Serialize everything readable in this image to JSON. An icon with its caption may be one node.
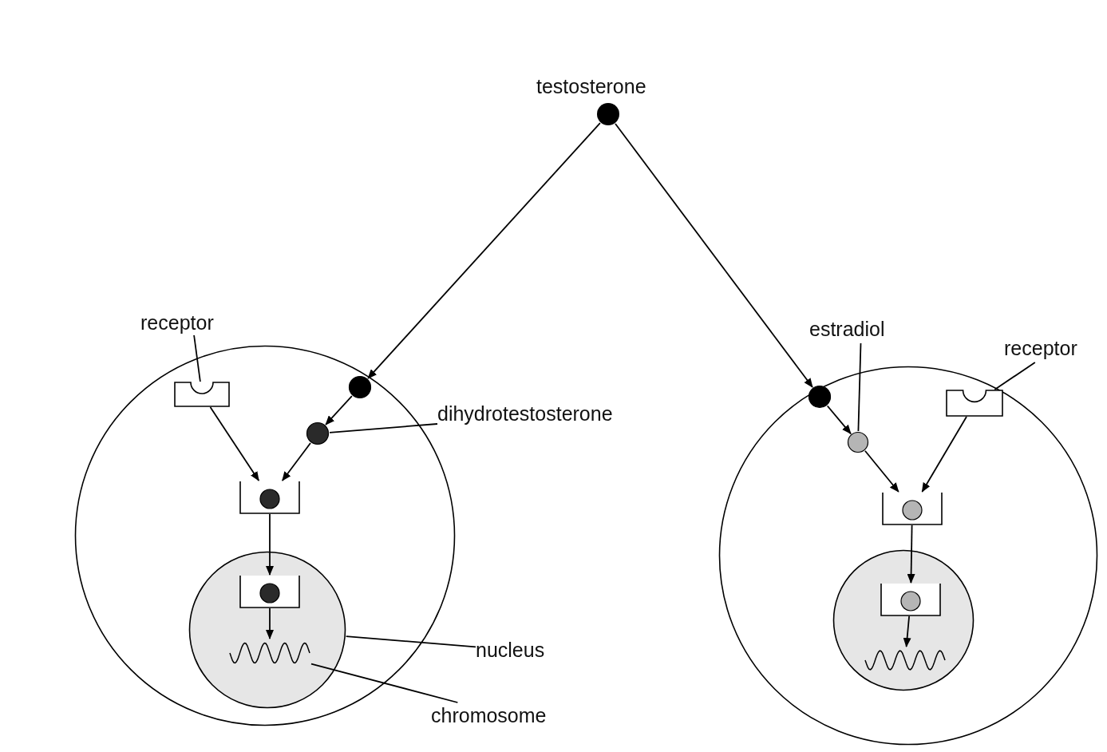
{
  "diagram": {
    "nodes": [
      {
        "text": [
          "testosterone"
        ]
      },
      {
        "text": [
          "receptor"
        ]
      },
      {
        "text": [],
        "shape": "circle"
      },
      {
        "text": [],
        "shape": "box",
        "in": 2
      },
      {
        "text": [],
        "shape": "circle",
        "in": 2
      },
      {
        "text": [],
        "shape": "circle",
        "in": 2
      },
      {
        "text": [],
        "shape": "box",
        "in": 2
      },
      {
        "text": [],
        "shape": "circle",
        "in": 2
      },
      {
        "text": [],
        "shape": "box",
        "in": 7
      },
      {
        "text": [],
        "shape": "picture",
        "in": 7
      },
      {
        "text": [
          "dihydrotestosterone"
        ]
      },
      {
        "text": [
          "nucleus"
        ]
      },
      {
        "text": [
          "chromosome"
        ]
      },
      {
        "text": [
          "estradiol"
        ]
      },
      {
        "text": [
          "receptor"
        ]
      },
      {
        "text": [],
        "shape": "circle"
      },
      {
        "text": [],
        "shape": "circle",
        "in": 15
      },
      {
        "text": [],
        "shape": "circle",
        "in": 15
      },
      {
        "text": [],
        "shape": "box",
        "in": 15
      },
      {
        "text": [],
        "shape": "box",
        "in": 15
      },
      {
        "text": [],
        "shape": "circle",
        "in": 15
      },
      {
        "text": [],
        "shape": "box",
        "in": 20
      },
      {
        "text": [],
        "shape": "picture",
        "in": 20
      }
    ],
    "edges": [
      {
        "from": 0,
        "to": 4,
        "arrow": "to"
      },
      {
        "from": 0,
        "to": 16,
        "arrow": "to"
      },
      {
        "from": 1,
        "to": 3,
        "arrow": "none"
      },
      {
        "from": 4,
        "to": 5,
        "arrow": "to"
      },
      {
        "from": 10,
        "to": 5,
        "arrow": "none"
      },
      {
        "from": 3,
        "to": 6,
        "arrow": "to"
      },
      {
        "from": 5,
        "to": 6,
        "arrow": "to"
      },
      {
        "from": 6,
        "to": 8,
        "arrow": "to"
      },
      {
        "from": 8,
        "to": 9,
        "arrow": "to"
      },
      {
        "from": 11,
        "to": 7,
        "arrow": "none"
      },
      {
        "from": 12,
        "to": 9,
        "arrow": "none"
      },
      {
        "from": 13,
        "to": 17,
        "arrow": "none"
      },
      {
        "from": 14,
        "to": 18,
        "arrow": "none"
      },
      {
        "from": 16,
        "to": 17,
        "arrow": "to"
      },
      {
        "from": 17,
        "to": 19,
        "arrow": "to"
      },
      {
        "from": 18,
        "to": 19,
        "arrow": "to"
      },
      {
        "from": 19,
        "to": 21,
        "arrow": "to"
      },
      {
        "from": 21,
        "to": 22,
        "arrow": "to"
      }
    ]
  }
}
